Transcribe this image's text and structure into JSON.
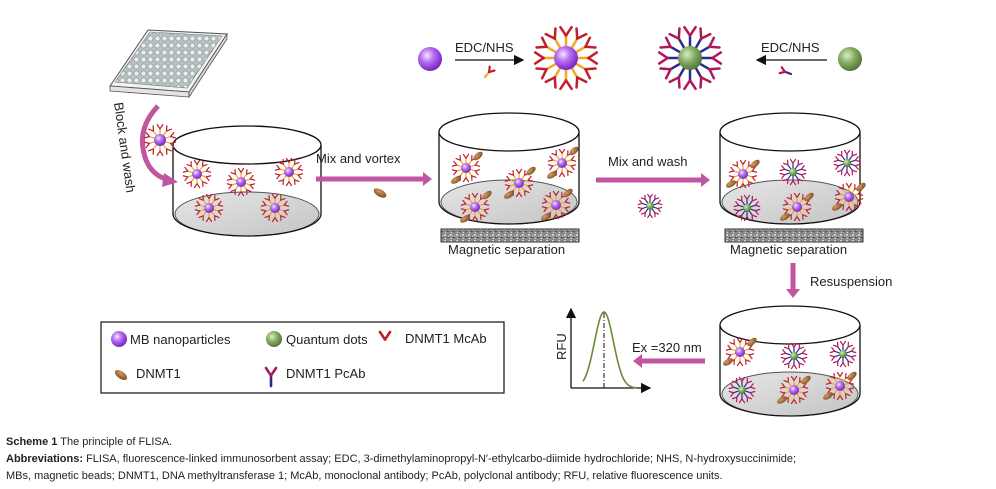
{
  "figure": {
    "steps": {
      "block_and_wash": "Block and wash",
      "mix_and_vortex": "Mix and vortex",
      "mix_and_wash": "Mix and wash",
      "resuspension": "Resuspension",
      "excitation": "Ex =320 nm",
      "edc_nhs_left": "EDC/NHS",
      "edc_nhs_right": "EDC/NHS"
    },
    "magnetic_separation_1": "Magnetic separation",
    "magnetic_separation_2": "Magnetic separation",
    "plot": {
      "ylabel": "RFU"
    },
    "legend": {
      "items": [
        {
          "icon": "purple-sphere-icon",
          "label": "MB nanoparticles"
        },
        {
          "icon": "green-sphere-icon",
          "label": "Quantum dots"
        },
        {
          "icon": "orange-red-antibody-icon",
          "label": "DNMT1 McAb"
        },
        {
          "icon": "brown-ellipse-icon",
          "label": "DNMT1"
        },
        {
          "icon": "purple-blue-antibody-icon",
          "label": "DNMT1 PcAb"
        }
      ]
    },
    "colors": {
      "arrow": "#c0569f",
      "mb_particle": "#a24de4",
      "quantum_dot": "#6f9650",
      "mcab_stem": "#f5a623",
      "mcab_tip": "#c0202a",
      "pcab_stem": "#2b2a8c",
      "pcab_tip": "#b0175b",
      "dnmt1": "#8b5a2b"
    }
  },
  "caption": {
    "title_bold": "Scheme 1",
    "title_text": " The principle of FLISA.",
    "abbr_bold": "Abbreviations:",
    "abbr_line1": " FLISA, fluorescence-linked immunosorbent assay; EDC, 3-dimethylaminopropyl-N′-ethylcarbo-diimide hydrochloride; NHS, N-hydroxysuccinimide;",
    "abbr_line2": "MBs, magnetic beads; DNMT1, DNA methyltransferase 1; McAb, monoclonal antibody; PcAb, polyclonal antibody; RFU, relative fluorescence units."
  }
}
